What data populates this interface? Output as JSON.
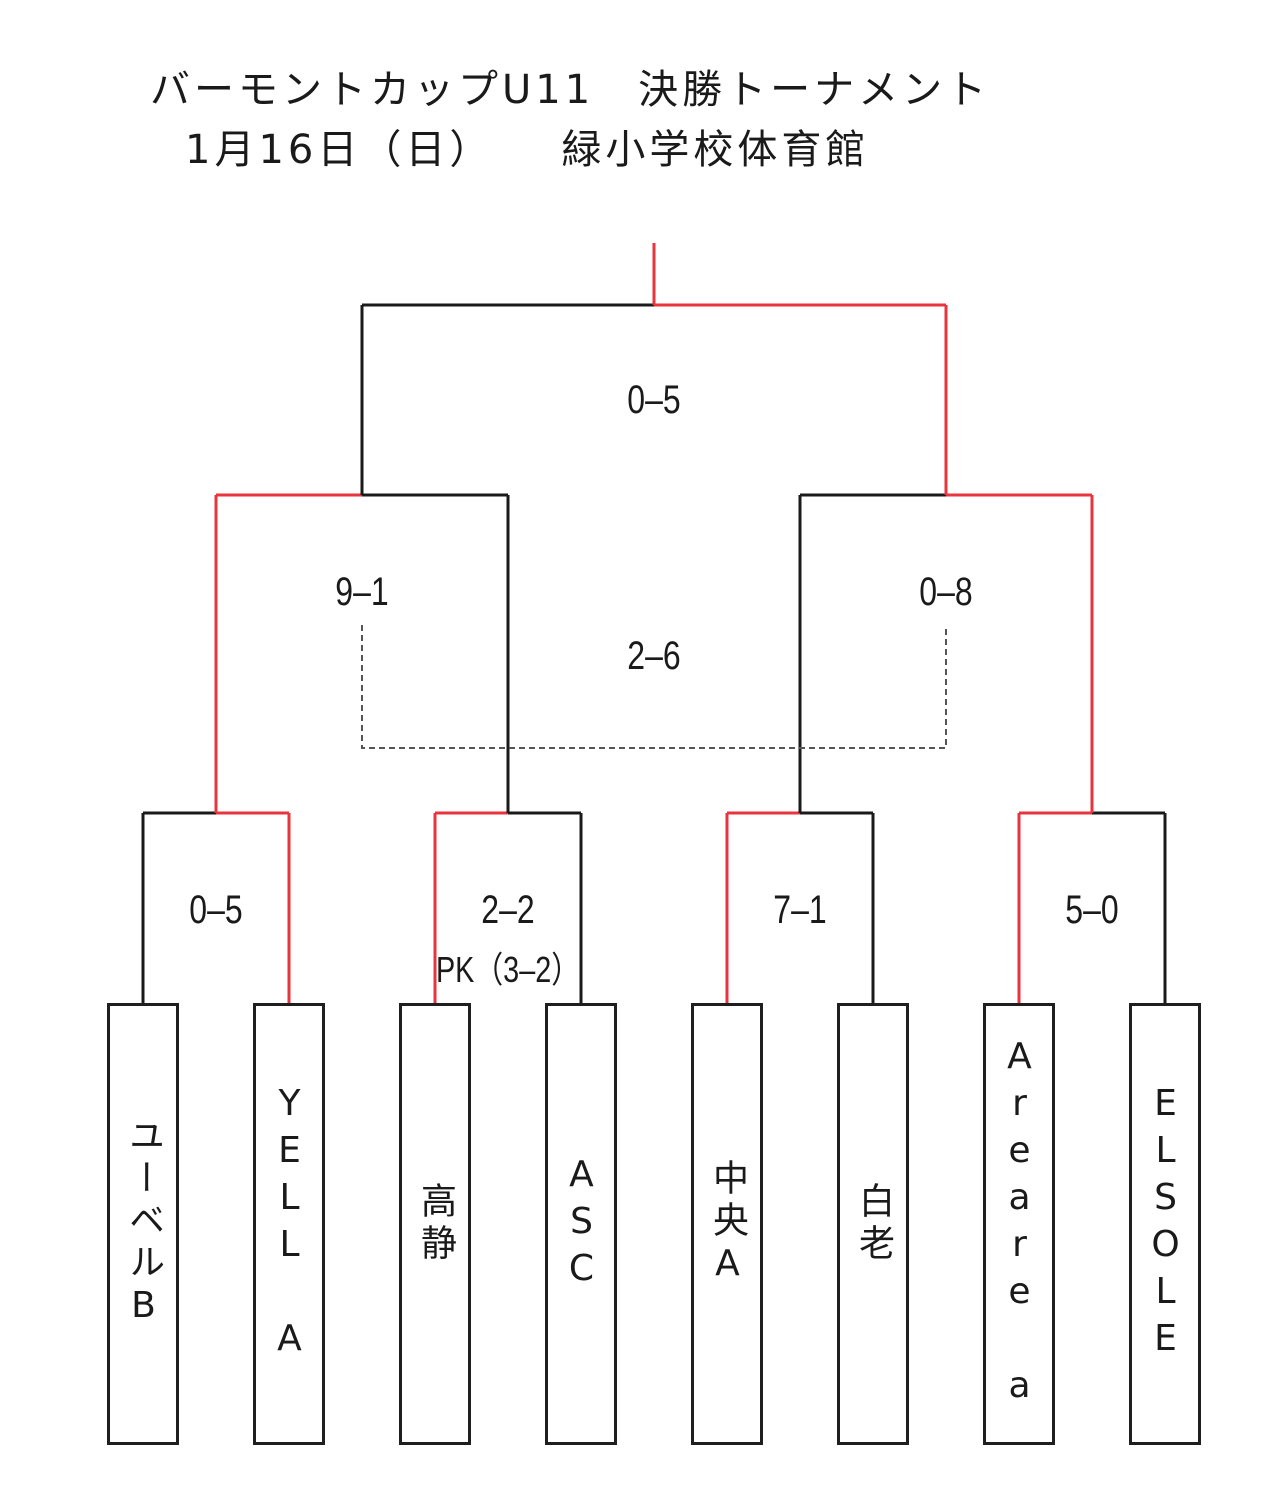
{
  "title_line1": "バーモントカップU11　決勝トーナメント",
  "title_line2": "1月16日（日）　　緑小学校体育館",
  "teams": [
    {
      "name": "ユーベルB"
    },
    {
      "name": "YELL A"
    },
    {
      "name": "高静"
    },
    {
      "name": "ASC"
    },
    {
      "name": "中央A"
    },
    {
      "name": "白老"
    },
    {
      "name": "Areare a"
    },
    {
      "name": "ELSOLE"
    }
  ],
  "round1": [
    {
      "score": "0–5",
      "winner": 1
    },
    {
      "score": "2–2",
      "pk": "PK（3–2）",
      "winner": 0
    },
    {
      "score": "7–1",
      "winner": 0
    },
    {
      "score": "5–0",
      "winner": 0
    }
  ],
  "semifinals": [
    {
      "score": "9–1",
      "winner": 0
    },
    {
      "score": "0–8",
      "winner": 1
    }
  ],
  "third_place": {
    "score": "2–6"
  },
  "final": {
    "score": "0–5",
    "winner": 1
  },
  "colors": {
    "winner_line": "#e8343f",
    "loser_line": "#1a1a1a",
    "dashed_line": "#555555"
  }
}
